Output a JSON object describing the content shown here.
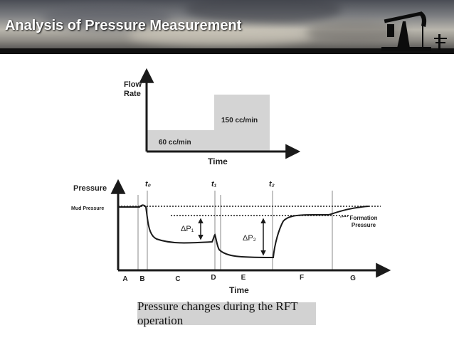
{
  "slide": {
    "title": "Analysis of Pressure Measurement",
    "caption": "Pressure changes during the RFT operation"
  },
  "flow_chart": {
    "y_label_line1": "Flow",
    "y_label_line2": "Rate",
    "x_label": "Time",
    "low_rate_label": "60 cc/min",
    "high_rate_label": "150 cc/min"
  },
  "pressure_chart": {
    "y_label": "Pressure",
    "x_label": "Time",
    "mud_pressure_label": "Mud Pressure",
    "formation_pressure_line1": "Formation",
    "formation_pressure_line2": "Pressure",
    "dp1_label": "ΔP₁",
    "dp2_label": "ΔP₂",
    "time_markers": [
      "t₀",
      "t₁",
      "t₂"
    ],
    "zones": [
      "A",
      "B",
      "C",
      "D",
      "E",
      "F",
      "G"
    ]
  },
  "colors": {
    "line": "#1a1a1a",
    "bar_fill": "#d4d4d4",
    "caption_bg": "#d2d2d2",
    "guide": "#8a8a8a"
  }
}
